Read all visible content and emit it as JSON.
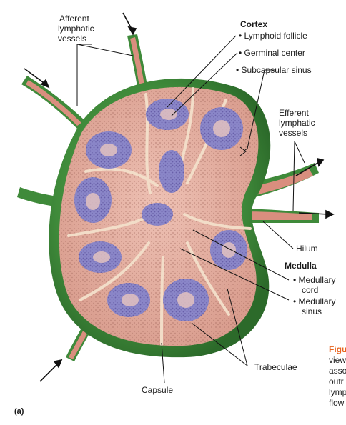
{
  "labels": {
    "afferent": [
      "Afferent",
      "lymphatic",
      "vessels"
    ],
    "cortex": "Cortex",
    "lymphoid_follicle": "• Lymphoid follicle",
    "germinal_center": "• Germinal center",
    "subcapsular_sinus": "• Subcapsular sinus",
    "efferent": [
      "Efferent",
      "lymphatic",
      "vessels"
    ],
    "hilum": "Hilum",
    "medulla": "Medulla",
    "medullary_cord": [
      "• Medullary",
      "cord"
    ],
    "medullary_sinus": [
      "• Medullary",
      "sinus"
    ],
    "trabeculae": "Trabeculae",
    "capsule": "Capsule",
    "panel": "(a)"
  },
  "caption_fragments": [
    "Figu",
    "view",
    "asso",
    "outr",
    "lymp",
    "flow"
  ],
  "colors": {
    "capsule_green": "#3f8a3a",
    "tissue_pink": "#e8b4a6",
    "follicle_purple": "#8a86c8",
    "vessel": "#d98e7e",
    "caption_orange": "#e8641e"
  }
}
